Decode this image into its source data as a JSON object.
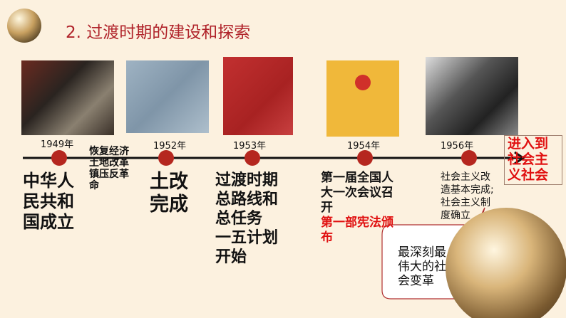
{
  "title": "2. 过渡时期的建设和探索",
  "events": [
    {
      "year": "1949年",
      "text": "中华人\n民共和\n国成立"
    },
    {
      "year": "",
      "text": "恢复经济\n土地改革\n镇压反革\n命"
    },
    {
      "year": "1952年",
      "text": "土改\n完成"
    },
    {
      "year": "1953年",
      "text": "过渡时期\n总路线和\n总任务\n一五计划\n开始"
    },
    {
      "year": "1954年",
      "text": "第一届全国人\n大一次会议召\n开",
      "highlight": "第一部宪法颁\n布"
    },
    {
      "year": "1956年",
      "text": "社会主义改\n造基本完成;\n社会主义制\n度确立"
    }
  ],
  "end_box": "进入到\n社会主\n义社会",
  "callout": "最深刻最\n伟大的社\n会变革",
  "colors": {
    "accent": "#b0232a",
    "dot": "#b5271f",
    "highlight": "#e01010",
    "background": "#fcf1df"
  }
}
